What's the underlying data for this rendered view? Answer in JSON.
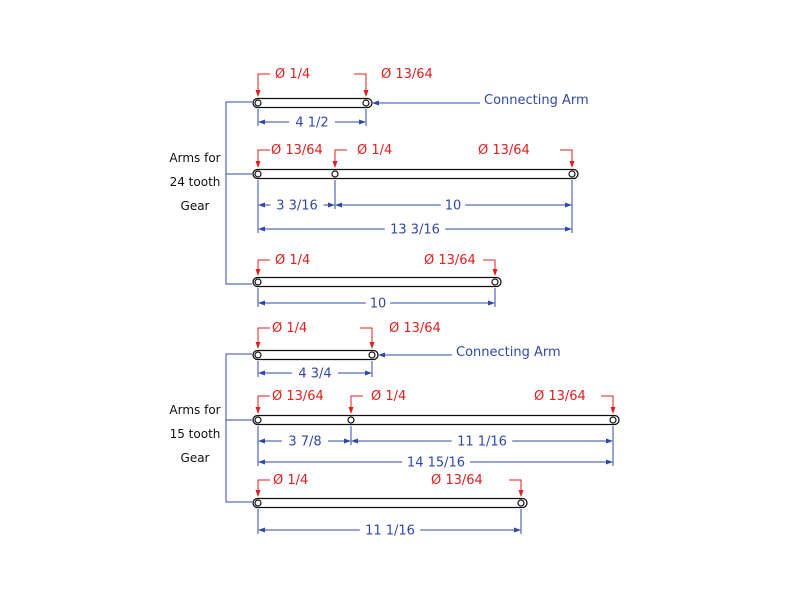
{
  "colors": {
    "dimension": "#3148a8",
    "hole_label": "#e0201e",
    "outline": "#111111",
    "group_label": "#111111"
  },
  "groups": [
    {
      "label_lines": [
        "Arms for",
        "24 tooth",
        "Gear"
      ],
      "arms": [
        {
          "holes": [
            {
              "label": "Ø  1/4"
            },
            {
              "label": "Ø  13/64"
            }
          ],
          "callout": "Connecting Arm",
          "dims": [
            {
              "text": "4 1/2"
            }
          ]
        },
        {
          "holes": [
            {
              "label": "Ø  13/64"
            },
            {
              "label": "Ø  1/4"
            },
            {
              "label": "Ø  13/64"
            }
          ],
          "dims": [
            {
              "text": "3 3/16"
            },
            {
              "text": "10"
            },
            {
              "text": "13 3/16"
            }
          ]
        },
        {
          "holes": [
            {
              "label": "Ø  1/4"
            },
            {
              "label": "Ø  13/64"
            }
          ],
          "dims": [
            {
              "text": "10"
            }
          ]
        }
      ]
    },
    {
      "label_lines": [
        "Arms for",
        "15 tooth",
        "Gear"
      ],
      "arms": [
        {
          "holes": [
            {
              "label": "Ø  1/4"
            },
            {
              "label": "Ø  13/64"
            }
          ],
          "callout": "Connecting Arm",
          "dims": [
            {
              "text": "4 3/4"
            }
          ]
        },
        {
          "holes": [
            {
              "label": "Ø  13/64"
            },
            {
              "label": "Ø  1/4"
            },
            {
              "label": "Ø  13/64"
            }
          ],
          "dims": [
            {
              "text": "3 7/8"
            },
            {
              "text": "11 1/16"
            },
            {
              "text": "14 15/16"
            }
          ]
        },
        {
          "holes": [
            {
              "label": "Ø  1/4"
            },
            {
              "label": "Ø  13/64"
            }
          ],
          "dims": [
            {
              "text": "11 1/16"
            }
          ]
        }
      ]
    }
  ]
}
